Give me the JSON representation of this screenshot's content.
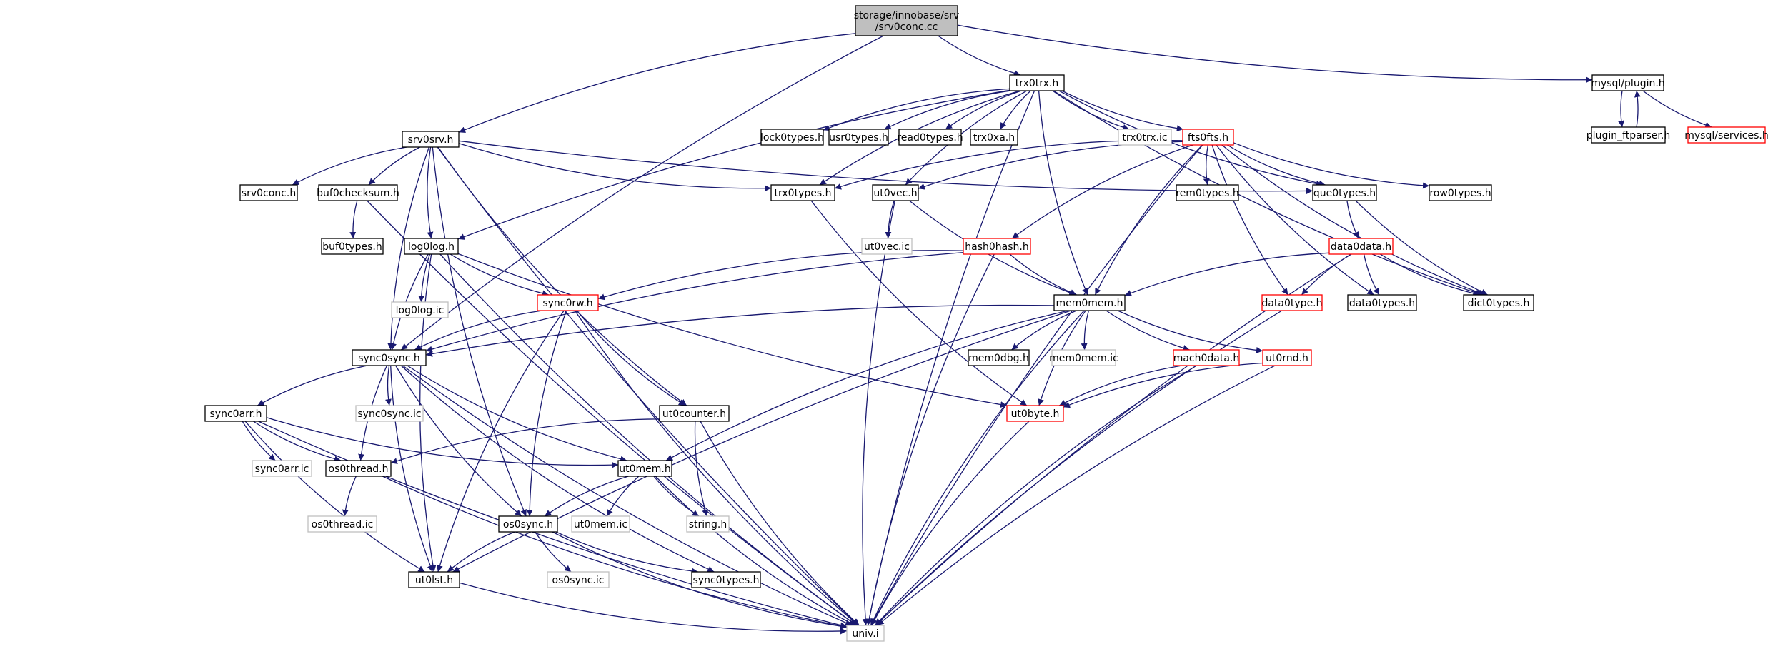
{
  "colors": {
    "edge": "#191970",
    "border_normal": "#000000",
    "border_truncated": "#ff0000",
    "border_leaf": "#bfbfbf",
    "root_fill": "#bfbfbf",
    "fill": "#ffffff"
  },
  "nodes": [
    {
      "id": "root",
      "lines": [
        "storage/innobase/srv",
        "/srv0conc.cc"
      ],
      "style": "root"
    },
    {
      "id": "trx0trx",
      "lines": [
        "trx0trx.h"
      ],
      "style": "normal"
    },
    {
      "id": "mysql_plugin",
      "lines": [
        "mysql/plugin.h"
      ],
      "style": "normal"
    },
    {
      "id": "plugin_ftparser",
      "lines": [
        "plugin_ftparser.h"
      ],
      "style": "normal"
    },
    {
      "id": "mysql_services",
      "lines": [
        "mysql/services.h"
      ],
      "style": "truncated"
    },
    {
      "id": "srv0srv",
      "lines": [
        "srv0srv.h"
      ],
      "style": "normal"
    },
    {
      "id": "lock0types",
      "lines": [
        "lock0types.h"
      ],
      "style": "normal"
    },
    {
      "id": "usr0types",
      "lines": [
        "usr0types.h"
      ],
      "style": "normal"
    },
    {
      "id": "read0types",
      "lines": [
        "read0types.h"
      ],
      "style": "normal"
    },
    {
      "id": "trx0xa",
      "lines": [
        "trx0xa.h"
      ],
      "style": "normal"
    },
    {
      "id": "trx0trx_ic",
      "lines": [
        "trx0trx.ic"
      ],
      "style": "leaf"
    },
    {
      "id": "fts0fts",
      "lines": [
        "fts0fts.h"
      ],
      "style": "truncated"
    },
    {
      "id": "srv0conc",
      "lines": [
        "srv0conc.h"
      ],
      "style": "normal"
    },
    {
      "id": "buf0checksum",
      "lines": [
        "buf0checksum.h"
      ],
      "style": "normal"
    },
    {
      "id": "trx0types",
      "lines": [
        "trx0types.h"
      ],
      "style": "normal"
    },
    {
      "id": "ut0vec",
      "lines": [
        "ut0vec.h"
      ],
      "style": "normal"
    },
    {
      "id": "rem0types",
      "lines": [
        "rem0types.h"
      ],
      "style": "normal"
    },
    {
      "id": "que0types",
      "lines": [
        "que0types.h"
      ],
      "style": "normal"
    },
    {
      "id": "row0types",
      "lines": [
        "row0types.h"
      ],
      "style": "normal"
    },
    {
      "id": "buf0types",
      "lines": [
        "buf0types.h"
      ],
      "style": "normal"
    },
    {
      "id": "log0log",
      "lines": [
        "log0log.h"
      ],
      "style": "normal"
    },
    {
      "id": "ut0vec_ic",
      "lines": [
        "ut0vec.ic"
      ],
      "style": "leaf"
    },
    {
      "id": "hash0hash",
      "lines": [
        "hash0hash.h"
      ],
      "style": "truncated"
    },
    {
      "id": "data0data",
      "lines": [
        "data0data.h"
      ],
      "style": "truncated"
    },
    {
      "id": "log0log_ic",
      "lines": [
        "log0log.ic"
      ],
      "style": "leaf"
    },
    {
      "id": "sync0rw",
      "lines": [
        "sync0rw.h"
      ],
      "style": "truncated"
    },
    {
      "id": "mem0mem",
      "lines": [
        "mem0mem.h"
      ],
      "style": "normal"
    },
    {
      "id": "data0type",
      "lines": [
        "data0type.h"
      ],
      "style": "truncated"
    },
    {
      "id": "data0types",
      "lines": [
        "data0types.h"
      ],
      "style": "normal"
    },
    {
      "id": "dict0types",
      "lines": [
        "dict0types.h"
      ],
      "style": "normal"
    },
    {
      "id": "sync0sync",
      "lines": [
        "sync0sync.h"
      ],
      "style": "normal"
    },
    {
      "id": "mem0dbg",
      "lines": [
        "mem0dbg.h"
      ],
      "style": "normal"
    },
    {
      "id": "mem0mem_ic",
      "lines": [
        "mem0mem.ic"
      ],
      "style": "leaf"
    },
    {
      "id": "mach0data",
      "lines": [
        "mach0data.h"
      ],
      "style": "truncated"
    },
    {
      "id": "ut0rnd",
      "lines": [
        "ut0rnd.h"
      ],
      "style": "truncated"
    },
    {
      "id": "sync0sync_ic",
      "lines": [
        "sync0sync.ic"
      ],
      "style": "leaf"
    },
    {
      "id": "sync0arr",
      "lines": [
        "sync0arr.h"
      ],
      "style": "normal"
    },
    {
      "id": "ut0counter",
      "lines": [
        "ut0counter.h"
      ],
      "style": "normal"
    },
    {
      "id": "ut0byte",
      "lines": [
        "ut0byte.h"
      ],
      "style": "truncated"
    },
    {
      "id": "sync0arr_ic",
      "lines": [
        "sync0arr.ic"
      ],
      "style": "leaf"
    },
    {
      "id": "os0thread",
      "lines": [
        "os0thread.h"
      ],
      "style": "normal"
    },
    {
      "id": "ut0mem",
      "lines": [
        "ut0mem.h"
      ],
      "style": "normal"
    },
    {
      "id": "os0thread_ic",
      "lines": [
        "os0thread.ic"
      ],
      "style": "leaf"
    },
    {
      "id": "ut0mem_ic",
      "lines": [
        "ut0mem.ic"
      ],
      "style": "leaf"
    },
    {
      "id": "string_h",
      "lines": [
        "string.h"
      ],
      "style": "leaf"
    },
    {
      "id": "os0sync",
      "lines": [
        "os0sync.h"
      ],
      "style": "normal"
    },
    {
      "id": "os0sync_ic",
      "lines": [
        "os0sync.ic"
      ],
      "style": "leaf"
    },
    {
      "id": "sync0types",
      "lines": [
        "sync0types.h"
      ],
      "style": "normal"
    },
    {
      "id": "ut0lst",
      "lines": [
        "ut0lst.h"
      ],
      "style": "normal"
    },
    {
      "id": "univ",
      "lines": [
        "univ.i"
      ],
      "style": "leaf"
    }
  ],
  "edges": [
    [
      "root",
      "trx0trx"
    ],
    [
      "root",
      "mysql_plugin"
    ],
    [
      "root",
      "srv0srv"
    ],
    [
      "root",
      "sync0sync"
    ],
    [
      "mysql_plugin",
      "plugin_ftparser"
    ],
    [
      "plugin_ftparser",
      "mysql_plugin"
    ],
    [
      "mysql_plugin",
      "mysql_services"
    ],
    [
      "trx0trx",
      "lock0types"
    ],
    [
      "trx0trx",
      "usr0types"
    ],
    [
      "trx0trx",
      "read0types"
    ],
    [
      "trx0trx",
      "trx0xa"
    ],
    [
      "trx0trx",
      "trx0trx_ic"
    ],
    [
      "trx0trx",
      "fts0fts"
    ],
    [
      "trx0trx",
      "que0types"
    ],
    [
      "trx0trx",
      "dict0types"
    ],
    [
      "trx0trx",
      "univ"
    ],
    [
      "trx0trx",
      "trx0types"
    ],
    [
      "trx0trx",
      "ut0vec"
    ],
    [
      "trx0trx",
      "mem0mem"
    ],
    [
      "trx0trx",
      "log0log"
    ],
    [
      "srv0srv",
      "srv0conc"
    ],
    [
      "srv0srv",
      "buf0checksum"
    ],
    [
      "srv0srv",
      "trx0types"
    ],
    [
      "srv0srv",
      "que0types"
    ],
    [
      "srv0srv",
      "log0log"
    ],
    [
      "srv0srv",
      "sync0sync"
    ],
    [
      "srv0srv",
      "os0sync"
    ],
    [
      "srv0srv",
      "ut0counter"
    ],
    [
      "srv0srv",
      "univ"
    ],
    [
      "buf0checksum",
      "buf0types"
    ],
    [
      "buf0checksum",
      "univ"
    ],
    [
      "fts0fts",
      "trx0types"
    ],
    [
      "fts0fts",
      "ut0vec"
    ],
    [
      "fts0fts",
      "rem0types"
    ],
    [
      "fts0fts",
      "que0types"
    ],
    [
      "fts0fts",
      "row0types"
    ],
    [
      "fts0fts",
      "hash0hash"
    ],
    [
      "fts0fts",
      "mem0mem"
    ],
    [
      "fts0fts",
      "data0type"
    ],
    [
      "fts0fts",
      "data0types"
    ],
    [
      "fts0fts",
      "dict0types"
    ],
    [
      "fts0fts",
      "univ"
    ],
    [
      "trx0types",
      "ut0byte"
    ],
    [
      "ut0vec",
      "ut0vec_ic"
    ],
    [
      "ut0vec",
      "mem0mem"
    ],
    [
      "ut0vec",
      "univ"
    ],
    [
      "que0types",
      "data0data"
    ],
    [
      "que0types",
      "dict0types"
    ],
    [
      "log0log",
      "log0log_ic"
    ],
    [
      "log0log",
      "sync0rw"
    ],
    [
      "log0log",
      "sync0sync"
    ],
    [
      "log0log",
      "ut0byte"
    ],
    [
      "log0log",
      "ut0lst"
    ],
    [
      "log0log",
      "univ"
    ],
    [
      "hash0hash",
      "mem0mem"
    ],
    [
      "hash0hash",
      "sync0rw"
    ],
    [
      "hash0hash",
      "sync0sync"
    ],
    [
      "hash0hash",
      "univ"
    ],
    [
      "data0data",
      "data0type"
    ],
    [
      "data0data",
      "data0types"
    ],
    [
      "data0data",
      "dict0types"
    ],
    [
      "data0data",
      "mem0mem"
    ],
    [
      "data0data",
      "univ"
    ],
    [
      "data0type",
      "univ"
    ],
    [
      "sync0rw",
      "sync0sync"
    ],
    [
      "sync0rw",
      "ut0counter"
    ],
    [
      "sync0rw",
      "os0sync"
    ],
    [
      "sync0rw",
      "ut0lst"
    ],
    [
      "sync0rw",
      "univ"
    ],
    [
      "mem0mem",
      "sync0sync"
    ],
    [
      "mem0mem",
      "mem0dbg"
    ],
    [
      "mem0mem",
      "mem0mem_ic"
    ],
    [
      "mem0mem",
      "mach0data"
    ],
    [
      "mem0mem",
      "ut0rnd"
    ],
    [
      "mem0mem",
      "ut0byte"
    ],
    [
      "mem0mem",
      "ut0mem"
    ],
    [
      "mem0mem",
      "ut0lst"
    ],
    [
      "mem0mem",
      "univ"
    ],
    [
      "mach0data",
      "ut0byte"
    ],
    [
      "mach0data",
      "univ"
    ],
    [
      "ut0rnd",
      "ut0byte"
    ],
    [
      "ut0rnd",
      "univ"
    ],
    [
      "sync0sync",
      "sync0sync_ic"
    ],
    [
      "sync0sync",
      "sync0arr"
    ],
    [
      "sync0sync",
      "os0thread"
    ],
    [
      "sync0sync",
      "ut0mem"
    ],
    [
      "sync0sync",
      "os0sync"
    ],
    [
      "sync0sync",
      "sync0types"
    ],
    [
      "sync0sync",
      "ut0lst"
    ],
    [
      "sync0sync",
      "univ"
    ],
    [
      "sync0arr",
      "sync0arr_ic"
    ],
    [
      "sync0arr",
      "os0thread"
    ],
    [
      "sync0arr",
      "ut0mem"
    ],
    [
      "sync0arr",
      "ut0lst"
    ],
    [
      "sync0arr",
      "univ"
    ],
    [
      "ut0counter",
      "os0thread"
    ],
    [
      "ut0counter",
      "string_h"
    ],
    [
      "ut0counter",
      "univ"
    ],
    [
      "ut0byte",
      "univ"
    ],
    [
      "os0thread",
      "os0thread_ic"
    ],
    [
      "os0thread",
      "univ"
    ],
    [
      "ut0mem",
      "ut0mem_ic"
    ],
    [
      "ut0mem",
      "string_h"
    ],
    [
      "ut0mem",
      "os0sync"
    ],
    [
      "ut0mem",
      "univ"
    ],
    [
      "os0sync",
      "os0sync_ic"
    ],
    [
      "os0sync",
      "sync0types"
    ],
    [
      "os0sync",
      "ut0lst"
    ],
    [
      "os0sync",
      "univ"
    ],
    [
      "ut0lst",
      "univ"
    ]
  ]
}
